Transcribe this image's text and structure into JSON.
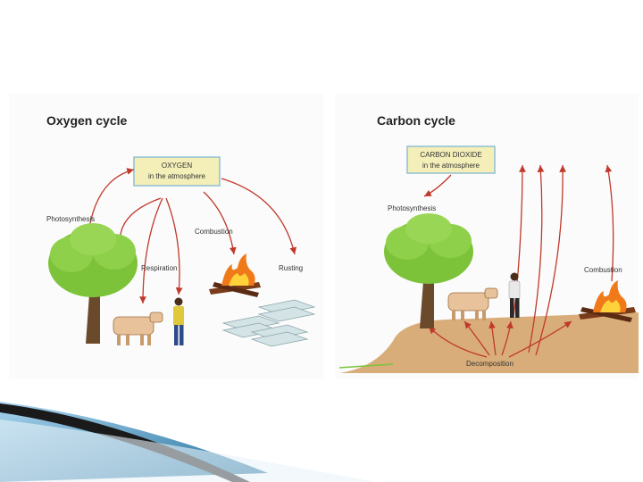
{
  "oxygen_cycle": {
    "title": "Oxygen cycle",
    "box_line1": "OXYGEN",
    "box_line2": "in the atmosphere",
    "labels": {
      "photosynthesis": "Photosynthesis",
      "respiration": "Respiration",
      "combustion": "Combustion",
      "rusting": "Rusting"
    }
  },
  "carbon_cycle": {
    "title": "Carbon cycle",
    "box_line1": "CARBON DIOXIDE",
    "box_line2": "in the atmosphere",
    "labels": {
      "photosynthesis": "Photosynthesis",
      "combustion": "Combustion",
      "decomposition": "Decomposition"
    }
  },
  "colors": {
    "box_fill": "#f4efb8",
    "box_border": "#8fbfd4",
    "arrow": "#c0392b",
    "foliage": "#7cc33a",
    "trunk": "#6b4a2b",
    "ground": "#d9ad7a",
    "corner_accent": "#1d6c9a"
  }
}
